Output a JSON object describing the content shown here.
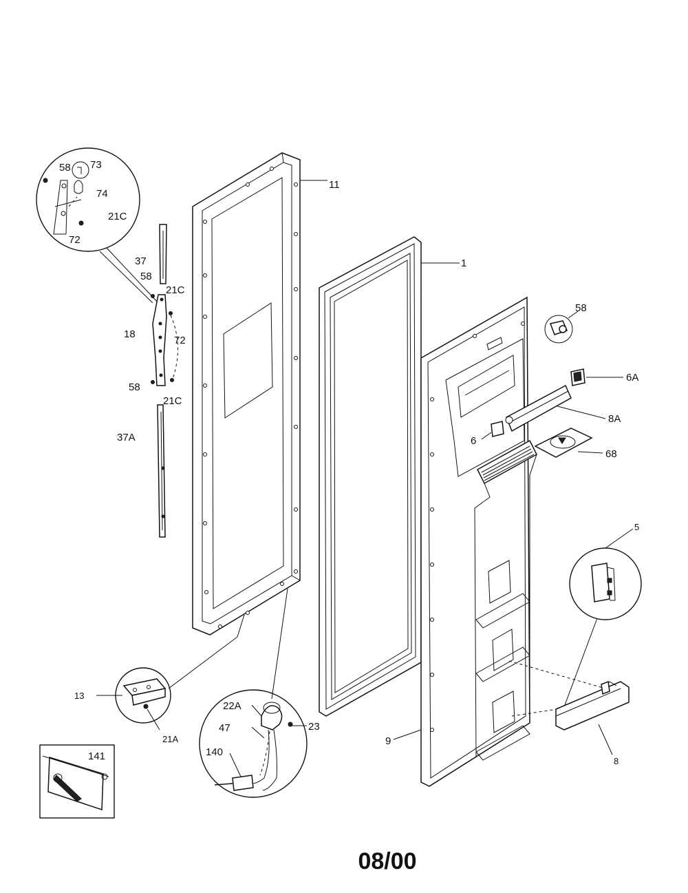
{
  "diagram": {
    "part_labels": {
      "p58_detail": "58",
      "p73": "73",
      "p74": "74",
      "p21c_detail": "21C",
      "p72_detail": "72",
      "p37": "37",
      "p58_upper": "58",
      "p21c_upper": "21C",
      "p18": "18",
      "p72": "72",
      "p58_lower": "58",
      "p21c_lower": "21C",
      "p37a": "37A",
      "p11": "11",
      "p1": "1",
      "p58_right": "58",
      "p6a": "6A",
      "p8a": "8A",
      "p6": "6",
      "p68": "68",
      "p5": "5",
      "p13": "13",
      "p21a": "21A",
      "p22a": "22A",
      "p47": "47",
      "p23": "23",
      "p140": "140",
      "p141": "141",
      "p9": "9",
      "p8": "8"
    },
    "footer_code": "08/00"
  }
}
